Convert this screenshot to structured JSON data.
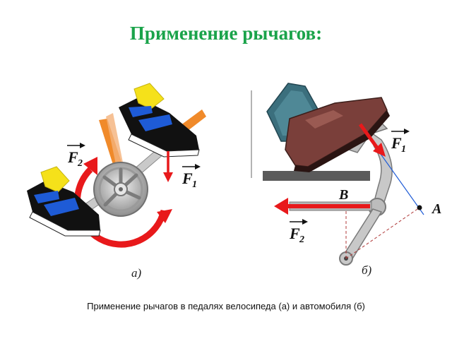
{
  "title": "Применение рычагов:",
  "caption": "Применение рычагов в педалях велосипеда (а) и автомобиля (б)",
  "panel_a": {
    "label": "а)"
  },
  "panel_b": {
    "label": "б)"
  },
  "labels": {
    "f1": "F",
    "f1_sub": "1",
    "f2": "F",
    "f2_sub": "2",
    "b_point": "B",
    "a_point": "A"
  },
  "colors": {
    "title": "#1aa34a",
    "force_arrow": "#e8191b",
    "shoe_yellow": "#f5e11a",
    "strap_blue": "#1e5bd6",
    "frame_orange": "#f08a2a",
    "car_shoe": "#7a3f3a",
    "pedal_teal": "#3b6f7d"
  }
}
